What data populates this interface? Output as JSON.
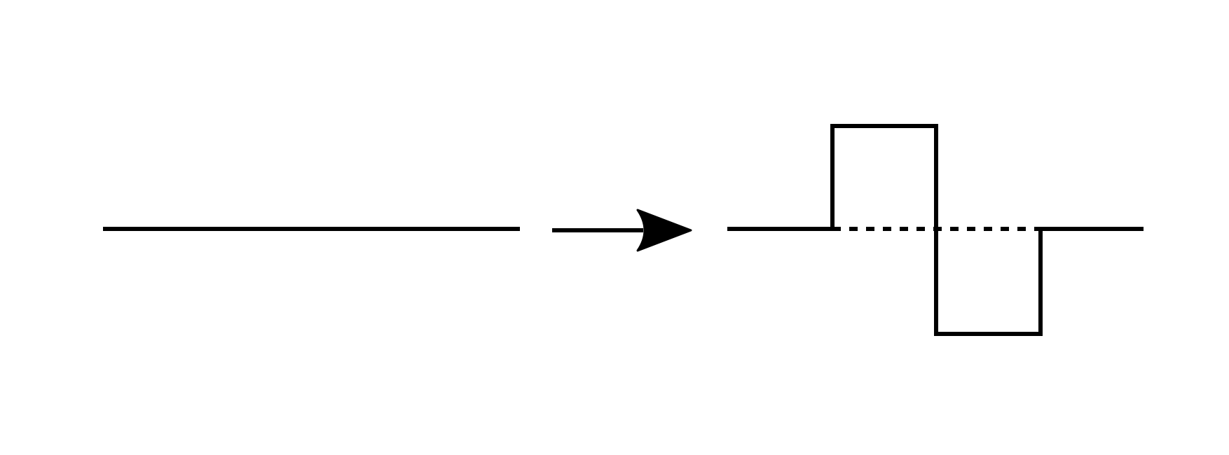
{
  "diagram": {
    "kind": "transformation",
    "stroke_color": "#000000",
    "background_color": "#ffffff",
    "input": {
      "shape": "straight-segment"
    },
    "operator": {
      "shape": "right-arrow"
    },
    "output": {
      "shape": "square-wave-deformation",
      "reference_line": "dashed",
      "lobes": [
        "up",
        "down"
      ]
    }
  }
}
